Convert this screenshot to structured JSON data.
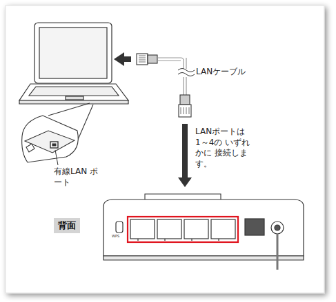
{
  "diagram": {
    "nodes": [
      {
        "text": [
          "背面"
        ]
      }
    ],
    "labels": [
      "LANケーブル",
      "LANポートは 1～4の いずれかに 接続します。",
      "有線LAN ポート",
      "WPS"
    ]
  }
}
